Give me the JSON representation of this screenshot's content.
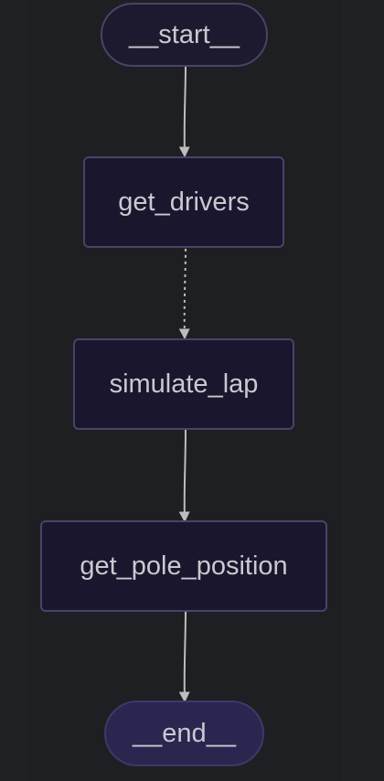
{
  "graph": {
    "nodes": [
      {
        "id": "start",
        "label": "__start__",
        "kind": "terminal"
      },
      {
        "id": "get_drivers",
        "label": "get_drivers",
        "kind": "step"
      },
      {
        "id": "simulate_lap",
        "label": "simulate_lap",
        "kind": "step"
      },
      {
        "id": "get_pole_position",
        "label": "get_pole_position",
        "kind": "step"
      },
      {
        "id": "end",
        "label": "__end__",
        "kind": "terminal"
      }
    ],
    "edges": [
      {
        "from": "start",
        "to": "get_drivers",
        "style": "solid"
      },
      {
        "from": "get_drivers",
        "to": "simulate_lap",
        "style": "dotted"
      },
      {
        "from": "simulate_lap",
        "to": "get_pole_position",
        "style": "solid"
      },
      {
        "from": "get_pole_position",
        "to": "end",
        "style": "solid"
      }
    ]
  },
  "colors": {
    "background": "#202124",
    "node_fill": "#19162e",
    "node_border": "#4a4368",
    "end_fill": "#2b2650",
    "text": "#c9c9cf",
    "edge": "#bdbdbd"
  }
}
